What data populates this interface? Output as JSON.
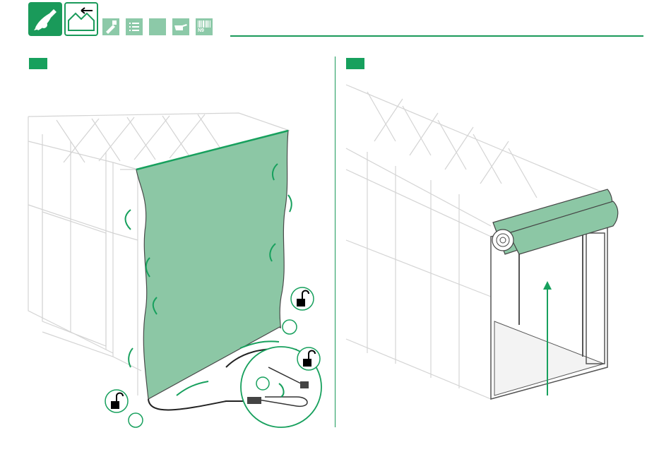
{
  "header": {
    "icons": [
      {
        "name": "hand-pen-icon",
        "kind": "big"
      },
      {
        "name": "insert-arrow-icon",
        "kind": "big-outline"
      },
      {
        "name": "tools-icon",
        "kind": "small"
      },
      {
        "name": "list-icon",
        "kind": "small"
      },
      {
        "name": "blank-icon",
        "kind": "small"
      },
      {
        "name": "pointing-hand-icon",
        "kind": "small"
      },
      {
        "name": "barcode-icon",
        "kind": "small",
        "label": "N9"
      }
    ]
  },
  "steps": [
    {
      "name": "step-1-badge"
    },
    {
      "name": "step-2-badge"
    }
  ],
  "colors": {
    "accent": "#17a05d",
    "tarp": "#8cc7a5",
    "line": "#cfcfcf"
  }
}
